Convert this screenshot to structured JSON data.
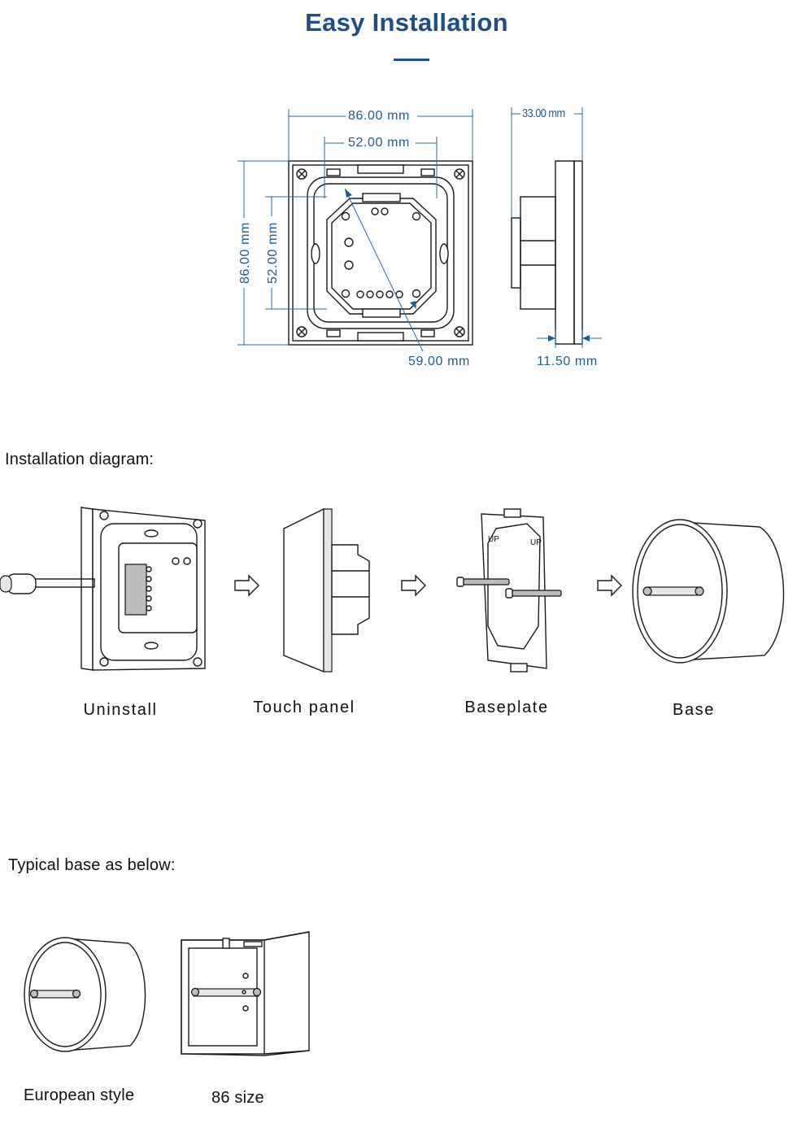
{
  "header": {
    "title": "Easy Installation"
  },
  "dimensions": {
    "panel_width": "86.00 mm",
    "module_width": "52.00 mm",
    "panel_height": "86.00 mm",
    "module_height": "52.00 mm",
    "diagonal": "59.00 mm",
    "depth": "33.00 mm",
    "panel_thickness": "11.50 mm"
  },
  "installation": {
    "heading": "Installation diagram:",
    "steps": [
      {
        "label": "Uninstall"
      },
      {
        "label": "Touch panel"
      },
      {
        "label": "Baseplate"
      },
      {
        "label": "Base"
      }
    ]
  },
  "typical_base": {
    "heading": "Typical base as below:",
    "items": [
      {
        "label": "European style"
      },
      {
        "label": "86 size"
      }
    ]
  }
}
